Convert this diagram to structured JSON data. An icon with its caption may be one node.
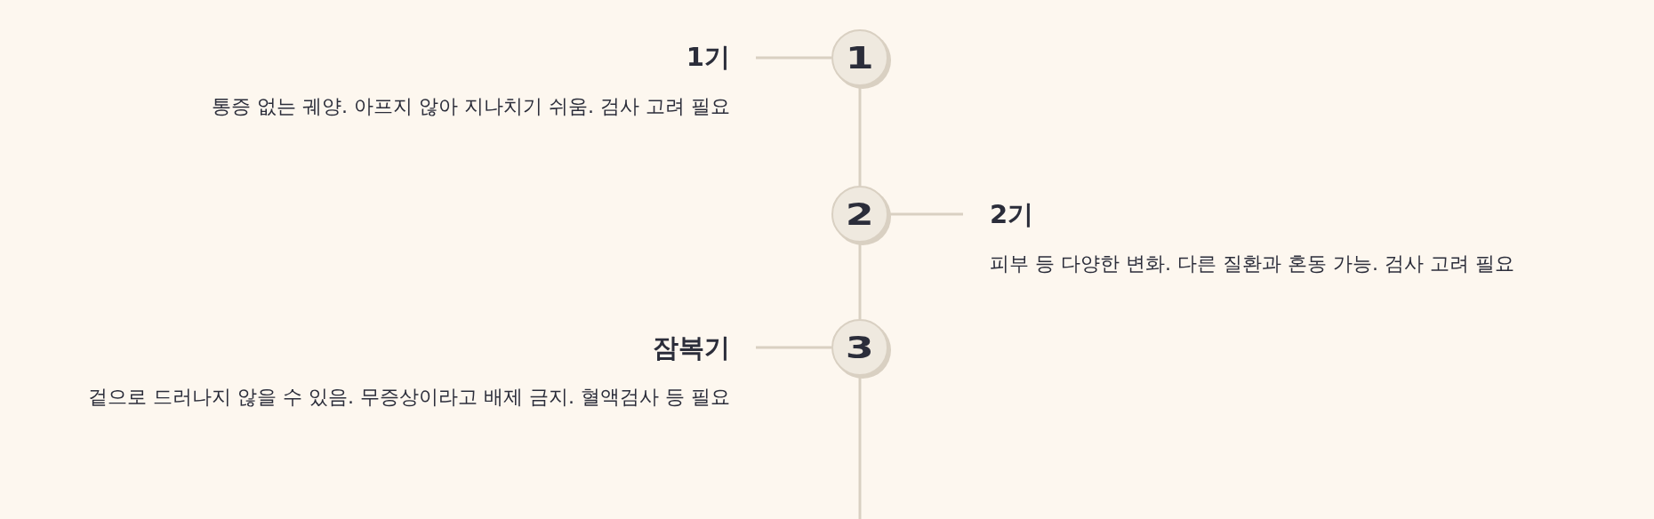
{
  "diagram": {
    "nodes": [
      {
        "text": [
          "1기",
          "통증 없는 궤양. 아프지 않아 지나치기 쉬움. 검사 고려 필요"
        ]
      },
      {
        "text": [
          "1"
        ]
      },
      {
        "text": [
          "2"
        ]
      },
      {
        "text": [
          "2기",
          "피부 등 다양한 변화. 다른 질환과 혼동 가능. 검사 고려 필요"
        ]
      },
      {
        "text": [
          "잠복기",
          "겉으로 드러나지 않을 수 있음. 무증상이라고 배제 금지. 혈액검사 등 필요"
        ]
      },
      {
        "text": [
          "3"
        ]
      }
    ],
    "edges": [
      {
        "from": 1,
        "to": 0,
        "arrow": "none"
      },
      {
        "from": 2,
        "to": 3,
        "arrow": "none"
      },
      {
        "from": 5,
        "to": 4,
        "arrow": "none"
      },
      {
        "from": 1,
        "to": 2,
        "arrow": "none"
      },
      {
        "from": 2,
        "to": 5,
        "arrow": "none"
      },
      {
        "from": 5,
        "to": null,
        "arrow": "none"
      }
    ]
  }
}
